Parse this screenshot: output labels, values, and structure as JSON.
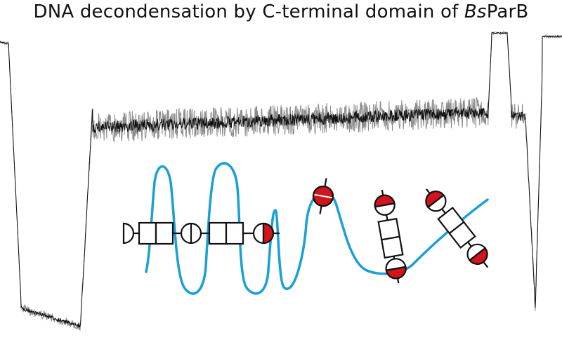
{
  "title": {
    "prefix": "DNA decondensation by C-terminal domain of ",
    "species": "Bs",
    "protein": "ParB"
  },
  "colors": {
    "trace_dark": "#111111",
    "trace_light": "#8c8c8c",
    "dna": "#1a9fd6",
    "protein_red": "#d4141c",
    "outline": "#111111"
  }
}
